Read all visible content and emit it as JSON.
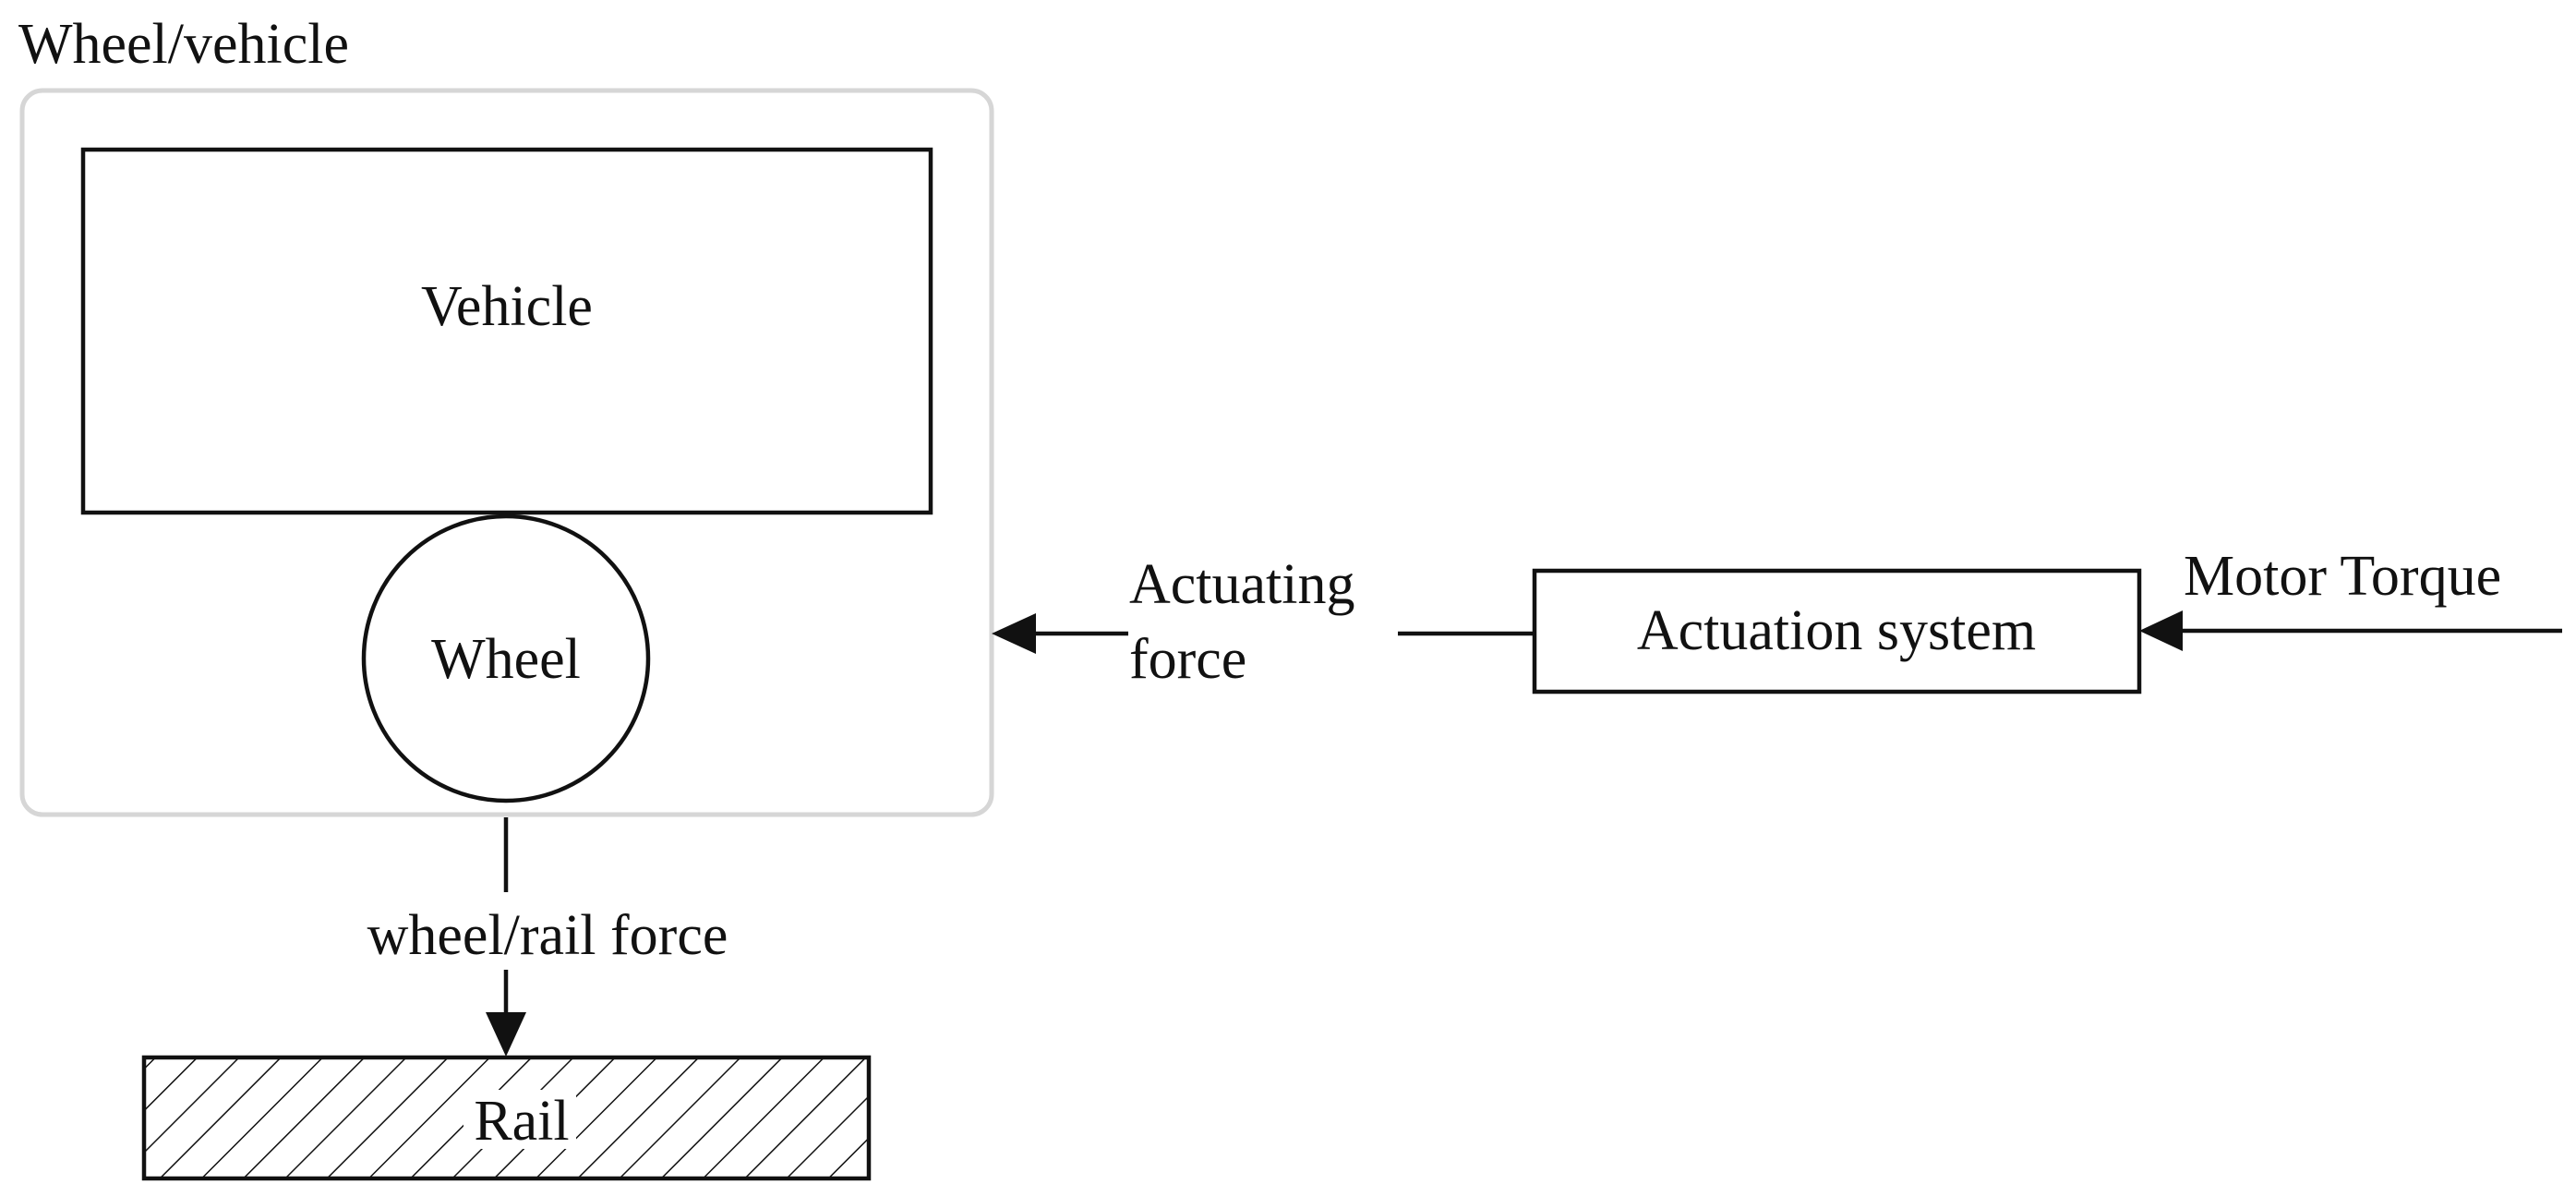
{
  "group": {
    "title": "Wheel/vehicle"
  },
  "blocks": {
    "vehicle": "Vehicle",
    "wheel": "Wheel",
    "actuation": "Actuation system",
    "rail": "Rail"
  },
  "signals": {
    "actuating_force_line1": "Actuating",
    "actuating_force_line2": "force",
    "motor_torque": "Motor Torque",
    "wheel_rail_force": "wheel/rail force"
  }
}
